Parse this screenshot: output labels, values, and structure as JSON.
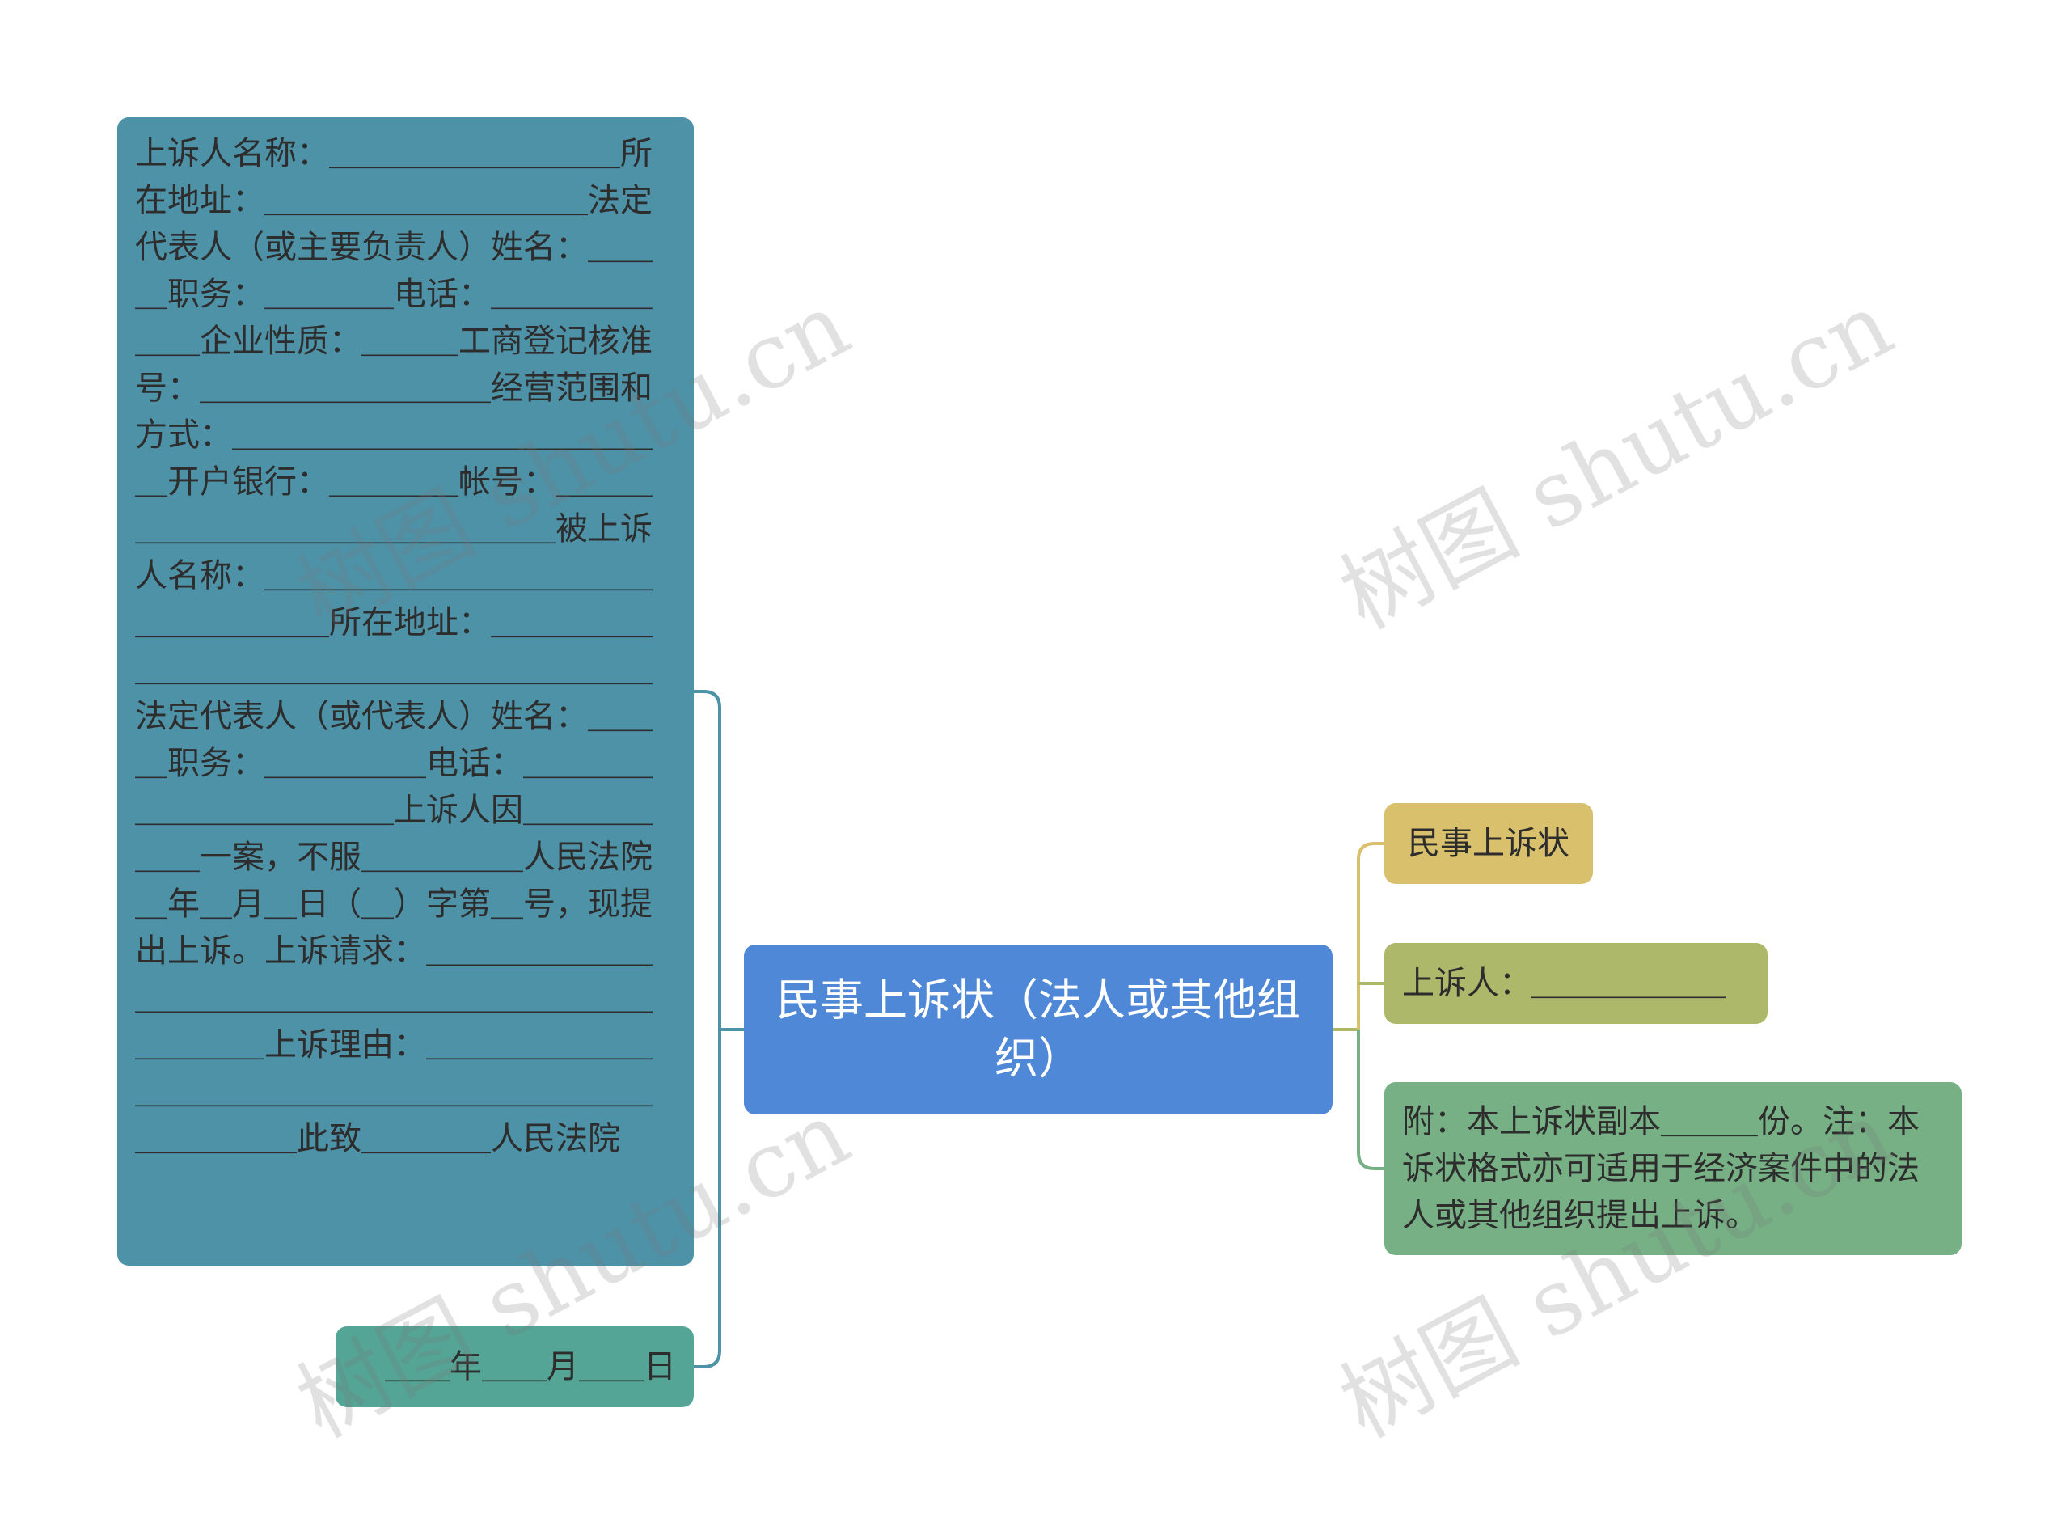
{
  "diagram": {
    "root": {
      "label": "民事上诉状（法人或其他组织）"
    },
    "left_branches": [
      {
        "label": "上诉人名称：＿＿＿＿＿＿＿＿＿所在地址：＿＿＿＿＿＿＿＿＿＿法定代表人（或主要负责人）姓名：＿＿＿职务：＿＿＿＿电话：＿＿＿＿＿＿＿企业性质：＿＿＿工商登记核准号：＿＿＿＿＿＿＿＿＿经营范围和方式：＿＿＿＿＿＿＿＿＿＿＿＿＿＿开户银行：＿＿＿＿帐号：＿＿＿＿＿＿＿＿＿＿＿＿＿＿＿＿被上诉人名称：＿＿＿＿＿＿＿＿＿＿＿＿＿＿＿＿＿＿所在地址：＿＿＿＿＿＿＿＿＿＿＿＿＿＿＿＿＿＿＿＿＿法定代表人（或代表人）姓名：＿＿＿职务：＿＿＿＿＿电话：＿＿＿＿＿＿＿＿＿＿＿＿上诉人因＿＿＿＿＿＿一案，不服＿＿＿＿＿人民法院＿年＿月＿日（＿）字第＿号，现提出上诉。上诉请求：＿＿＿＿＿＿＿＿＿＿＿＿＿＿＿＿＿＿＿＿＿＿＿＿＿＿＿上诉理由：＿＿＿＿＿＿＿＿＿＿＿＿＿＿＿＿＿＿＿＿＿＿＿＿＿＿＿＿此致＿＿＿＿人民法院"
      },
      {
        "label": "＿＿年＿＿月＿＿日"
      }
    ],
    "right_branches": [
      {
        "label": "民事上诉状"
      },
      {
        "label": "上诉人：＿＿＿＿＿＿"
      },
      {
        "label": "附：本上诉状副本＿＿＿份。注：本诉状格式亦可适用于经济案件中的法人或其他组织提出上诉。"
      }
    ],
    "colors": {
      "root": "#5088d8",
      "left_main": "#4e92a8",
      "left_date": "#55a596",
      "right_title": "#d9c06c",
      "right_appellant": "#aeb86a",
      "right_note": "#77b085",
      "connector_left": "#4e92a8",
      "connector_right_1": "#d9c06c",
      "connector_right_2": "#aeb86a",
      "connector_right_3": "#77b085"
    }
  },
  "watermark": {
    "text": "树图 shutu.cn"
  }
}
